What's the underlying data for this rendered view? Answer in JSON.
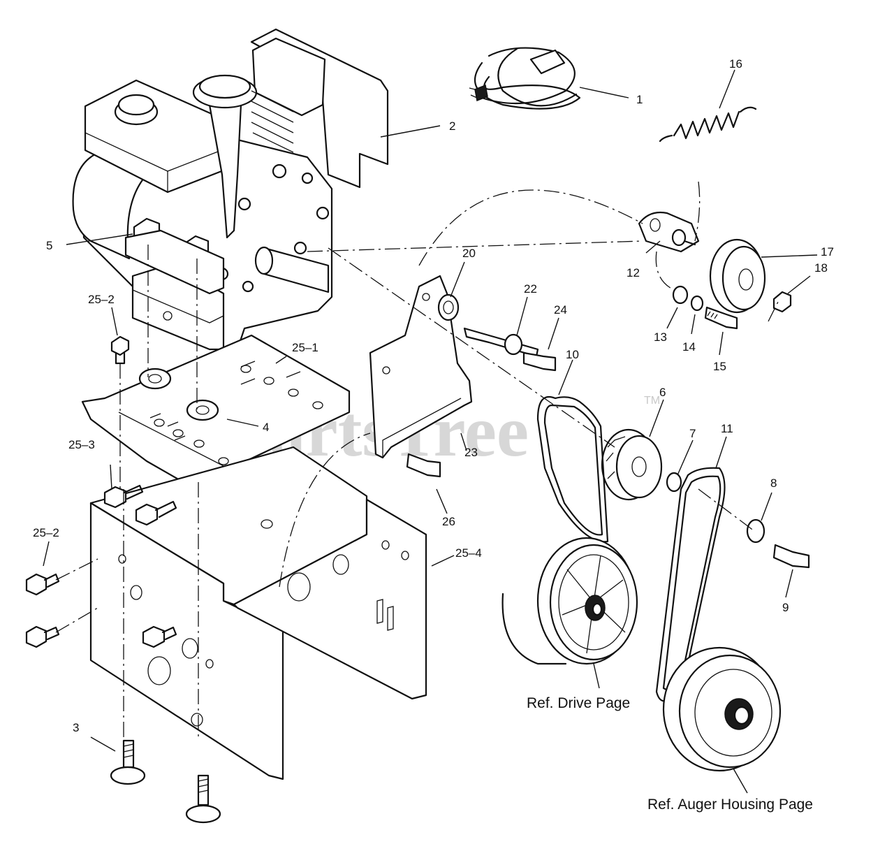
{
  "watermark": {
    "brand": "PartsTree",
    "trademark": "TM"
  },
  "references": {
    "drive_page": "Ref. Drive Page",
    "auger_housing_page": "Ref. Auger Housing Page"
  },
  "callouts": {
    "c1": "1",
    "c2": "2",
    "c3": "3",
    "c4": "4",
    "c5": "5",
    "c6": "6",
    "c7": "7",
    "c8": "8",
    "c9": "9",
    "c10": "10",
    "c11": "11",
    "c12": "12",
    "c13": "13",
    "c14": "14",
    "c15": "15",
    "c16": "16",
    "c17": "17",
    "c18": "18",
    "c20": "20",
    "c22": "22",
    "c23": "23",
    "c24": "24",
    "c25_1": "25–1",
    "c25_2a": "25–2",
    "c25_2b": "25–2",
    "c25_3": "25–3",
    "c25_4": "25–4",
    "c26": "26"
  }
}
